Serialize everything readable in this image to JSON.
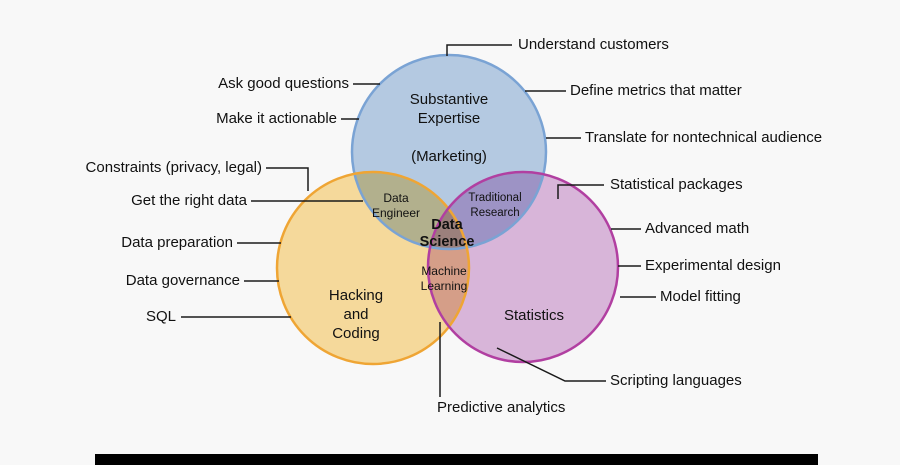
{
  "colors": {
    "background": "#f8f8f8",
    "connector_line": "#1a1a1a",
    "bottom_bar": "#000000"
  },
  "venn": {
    "center_title": "Data Science",
    "circles": [
      {
        "name": "substantive-expertise",
        "label": "Substantive\nExpertise\n\n(Marketing)",
        "fill": "#b9cfe8",
        "stroke": "#7aa3d4"
      },
      {
        "name": "hacking-and-coding",
        "label": "Hacking\nand\nCoding",
        "fill": "#fce0a0",
        "stroke": "#efa534"
      },
      {
        "name": "statistics",
        "label": "Statistics",
        "fill": "#debae0",
        "stroke": "#b13fa1"
      }
    ],
    "intersections": [
      {
        "name": "data-engineer",
        "label": "Data\nEngineer"
      },
      {
        "name": "traditional-research",
        "label": "Traditional\nResearch"
      },
      {
        "name": "machine-learning",
        "label": "Machine\nLearning"
      },
      {
        "name": "data-science",
        "label": "Data\nScience"
      }
    ]
  },
  "callouts": [
    {
      "name": "understand-customers",
      "text": "Understand customers"
    },
    {
      "name": "ask-good-questions",
      "text": "Ask good questions"
    },
    {
      "name": "make-it-actionable",
      "text": "Make it actionable"
    },
    {
      "name": "define-metrics-that-matter",
      "text": "Define metrics that matter"
    },
    {
      "name": "translate-for-nontechnical-audience",
      "text": "Translate for nontechnical audience"
    },
    {
      "name": "constraints-privacy-legal",
      "text": "Constraints (privacy, legal)"
    },
    {
      "name": "get-the-right-data",
      "text": "Get the right data"
    },
    {
      "name": "data-preparation",
      "text": "Data preparation"
    },
    {
      "name": "data-governance",
      "text": "Data governance"
    },
    {
      "name": "sql",
      "text": "SQL"
    },
    {
      "name": "statistical-packages",
      "text": "Statistical packages"
    },
    {
      "name": "advanced-math",
      "text": "Advanced math"
    },
    {
      "name": "experimental-design",
      "text": "Experimental design"
    },
    {
      "name": "model-fitting",
      "text": "Model fitting"
    },
    {
      "name": "scripting-languages",
      "text": "Scripting languages"
    },
    {
      "name": "predictive-analytics",
      "text": "Predictive analytics"
    }
  ]
}
